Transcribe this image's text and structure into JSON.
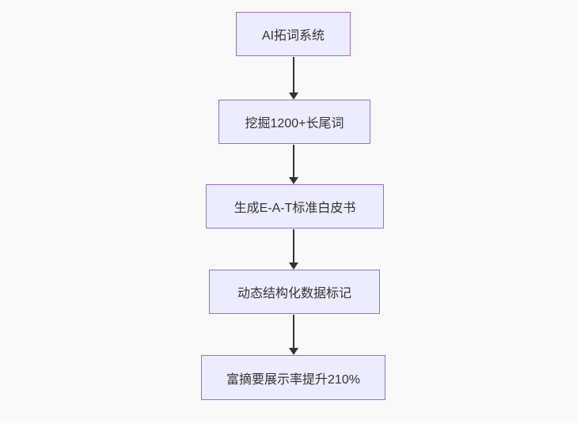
{
  "diagram": {
    "type": "flowchart",
    "direction": "top-down",
    "nodes": [
      {
        "id": "n1",
        "label": "AI拓词系统"
      },
      {
        "id": "n2",
        "label": "挖掘1200+长尾词"
      },
      {
        "id": "n3",
        "label": "生成E-A-T标准白皮书"
      },
      {
        "id": "n4",
        "label": "动态结构化数据标记"
      },
      {
        "id": "n5",
        "label": "富摘要展示率提升210%"
      }
    ],
    "edges": [
      {
        "from": "n1",
        "to": "n2",
        "style": "solid-arrow"
      },
      {
        "from": "n2",
        "to": "n3",
        "style": "solid-arrow"
      },
      {
        "from": "n3",
        "to": "n4",
        "style": "solid-arrow"
      },
      {
        "from": "n4",
        "to": "n5",
        "style": "solid-arrow"
      }
    ],
    "colors": {
      "node_fill": "#ECECFF",
      "node_border": "#9370DB",
      "arrow": "#333333",
      "text": "#333333",
      "background": "#f9f9f9"
    }
  }
}
